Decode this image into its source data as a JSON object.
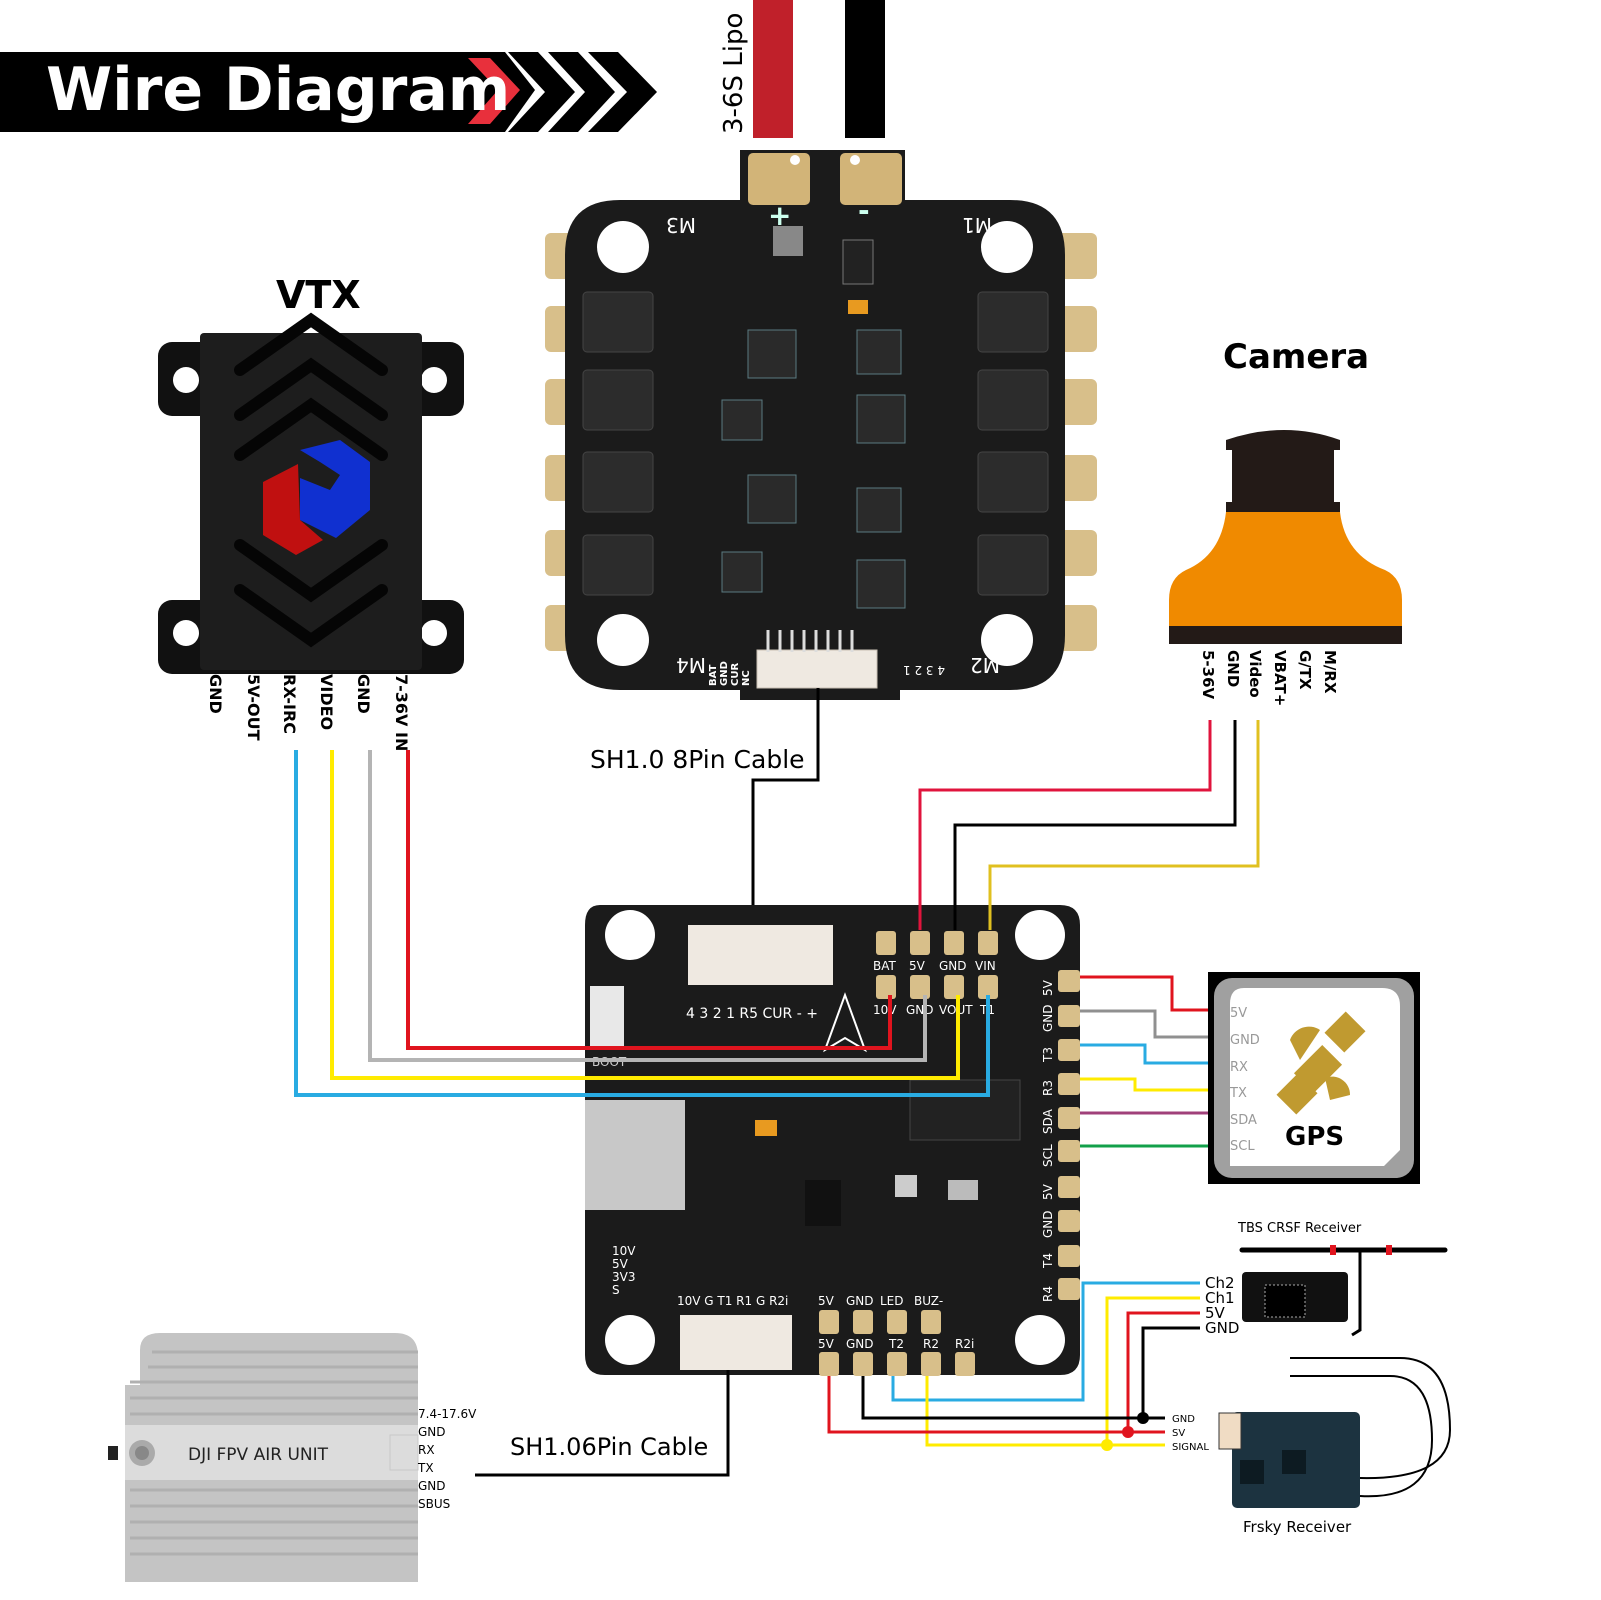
{
  "header": {
    "title": "Wire Diagram"
  },
  "colors": {
    "red": "#e0141e",
    "black": "#000000",
    "gray": "#b4b4b4",
    "yellow": "#ffeb00",
    "blue": "#29abe2",
    "purple": "#a0407a",
    "green": "#12a04a",
    "pcb": "#1b1b1b",
    "pad": "#d8bf8a",
    "camera_orange": "#f08a00",
    "camera_dark": "#231a17",
    "gps_gold": "#c09a30",
    "dji_gray": "#c4c4c4",
    "frsky_blue": "#1c3340",
    "battery_red": "#c0202a"
  },
  "battery": {
    "label": "3-6S Lipo"
  },
  "esc": {
    "motor_labels": [
      "M3",
      "M1",
      "M4",
      "M2"
    ],
    "polarity": [
      "+",
      "-"
    ],
    "connector_pins_left": [
      "BAT",
      "GND",
      "CUR",
      "NC"
    ],
    "connector_pins_right": "4 3 2 1",
    "cable_label": "SH1.0 8Pin Cable"
  },
  "vtx": {
    "title": "VTX",
    "pins": [
      "GND",
      "5V-OUT",
      "RX-IRC",
      "VIDEO",
      "GND",
      "7-36V IN"
    ]
  },
  "camera": {
    "title": "Camera",
    "pins": [
      "5-36V",
      "GND",
      "Video",
      "VBAT+",
      "G/TX",
      "M/RX"
    ]
  },
  "fc": {
    "esc_connector_label": "4 3 2 1 R5 CUR - +",
    "top_pads_row1": [
      "BAT",
      "5V",
      "GND",
      "VIN"
    ],
    "top_pads_row2": [
      "10V",
      "GND",
      "VOUT",
      "T1"
    ],
    "right_pads": [
      "5V",
      "GND",
      "T3",
      "R3",
      "SDA",
      "SCL",
      "5V",
      "GND",
      "T4",
      "R4"
    ],
    "led_labels": [
      "10V",
      "5V",
      "3V3",
      "S"
    ],
    "dji_connector_label": "10V G T1 R1 G R2i",
    "bottom_pads_row1": [
      "5V",
      "GND",
      "LED",
      "BUZ-"
    ],
    "bottom_pads_row2": [
      "5V",
      "GND",
      "T2",
      "R2",
      "R2i"
    ],
    "boot_label": "BOOT"
  },
  "gps": {
    "title": "GPS",
    "pins": [
      "5V",
      "GND",
      "RX",
      "TX",
      "SDA",
      "SCL"
    ]
  },
  "crsf": {
    "title": "TBS CRSF Receiver",
    "pins": [
      "Ch2",
      "Ch1",
      "5V",
      "GND"
    ]
  },
  "frsky": {
    "title": "Frsky Receiver",
    "pins": [
      "GND",
      "SV",
      "SIGNAL"
    ]
  },
  "dji": {
    "title": "DJI FPV AIR UNIT",
    "pins": [
      "7.4-17.6V",
      "GND",
      "RX",
      "TX",
      "GND",
      "SBUS"
    ],
    "cable_label": "SH1.06Pin Cable"
  }
}
